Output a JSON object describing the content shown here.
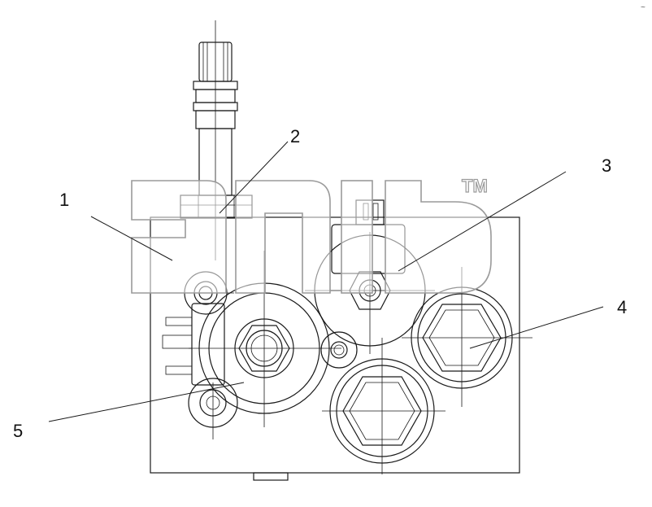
{
  "diagram": {
    "callouts": [
      {
        "id": "1",
        "label": "1"
      },
      {
        "id": "2",
        "label": "2"
      },
      {
        "id": "3",
        "label": "3"
      },
      {
        "id": "4",
        "label": "4"
      },
      {
        "id": "5",
        "label": "5"
      }
    ],
    "watermark": {
      "mark": "TM"
    }
  }
}
